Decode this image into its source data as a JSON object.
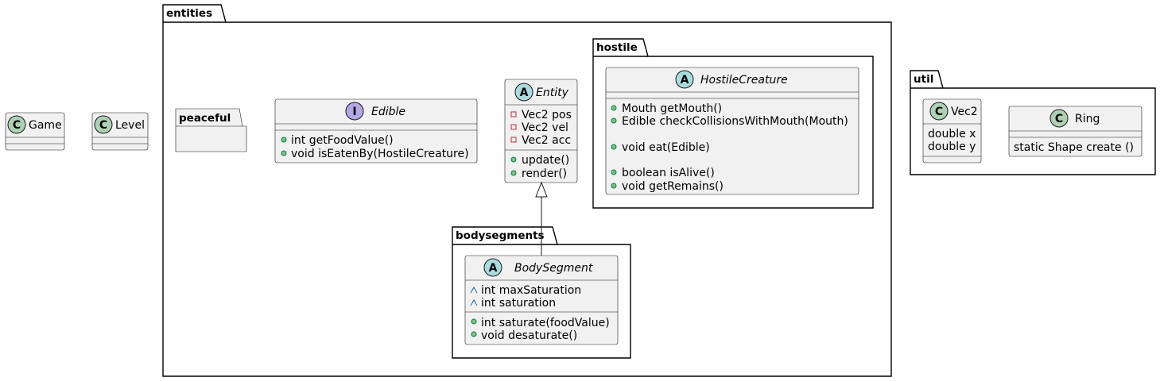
{
  "packages": {
    "entities": "entities",
    "hostile": "hostile",
    "peaceful": "peaceful",
    "bodysegments": "bodysegments",
    "util": "util"
  },
  "classes": {
    "game": {
      "stereo": "C",
      "name": "Game",
      "color": "#ADD1B2"
    },
    "level": {
      "stereo": "C",
      "name": "Level",
      "color": "#ADD1B2"
    },
    "edible": {
      "stereo": "I",
      "name": "Edible",
      "color": "#B4A7E5",
      "methods": [
        {
          "vis": "public",
          "text": "int getFoodValue()"
        },
        {
          "vis": "public",
          "text": "void isEatenBy(HostileCreature)"
        }
      ]
    },
    "entity": {
      "stereo": "A",
      "name": "Entity",
      "color": "#A9DCDF",
      "fields": [
        {
          "vis": "private",
          "text": "Vec2 pos"
        },
        {
          "vis": "private",
          "text": "Vec2 vel"
        },
        {
          "vis": "private",
          "text": "Vec2 acc"
        }
      ],
      "methods": [
        {
          "vis": "public",
          "text": "update()"
        },
        {
          "vis": "public",
          "text": "render()"
        }
      ]
    },
    "hostile_creature": {
      "stereo": "A",
      "name": "HostileCreature",
      "color": "#A9DCDF",
      "methods": [
        {
          "vis": "public",
          "text": "Mouth getMouth()"
        },
        {
          "vis": "public",
          "text": "Edible checkCollisionsWithMouth(Mouth)"
        },
        {
          "vis": "public",
          "text": "void eat(Edible)"
        },
        {
          "vis": "public",
          "text": "boolean isAlive()"
        },
        {
          "vis": "public",
          "text": "void getRemains()"
        }
      ]
    },
    "body_segment": {
      "stereo": "A",
      "name": "BodySegment",
      "color": "#A9DCDF",
      "fields": [
        {
          "vis": "package",
          "text": "int maxSaturation"
        },
        {
          "vis": "package",
          "text": "int saturation"
        }
      ],
      "methods": [
        {
          "vis": "public",
          "text": "int saturate(foodValue)"
        },
        {
          "vis": "public",
          "text": "void desaturate()"
        }
      ]
    },
    "vec2": {
      "stereo": "C",
      "name": "Vec2",
      "color": "#ADD1B2",
      "fields": [
        {
          "text": "double x"
        },
        {
          "text": "double y"
        }
      ]
    },
    "ring": {
      "stereo": "C",
      "name": "Ring",
      "color": "#ADD1B2",
      "methods": [
        {
          "text": "static Shape create ()"
        }
      ]
    }
  }
}
